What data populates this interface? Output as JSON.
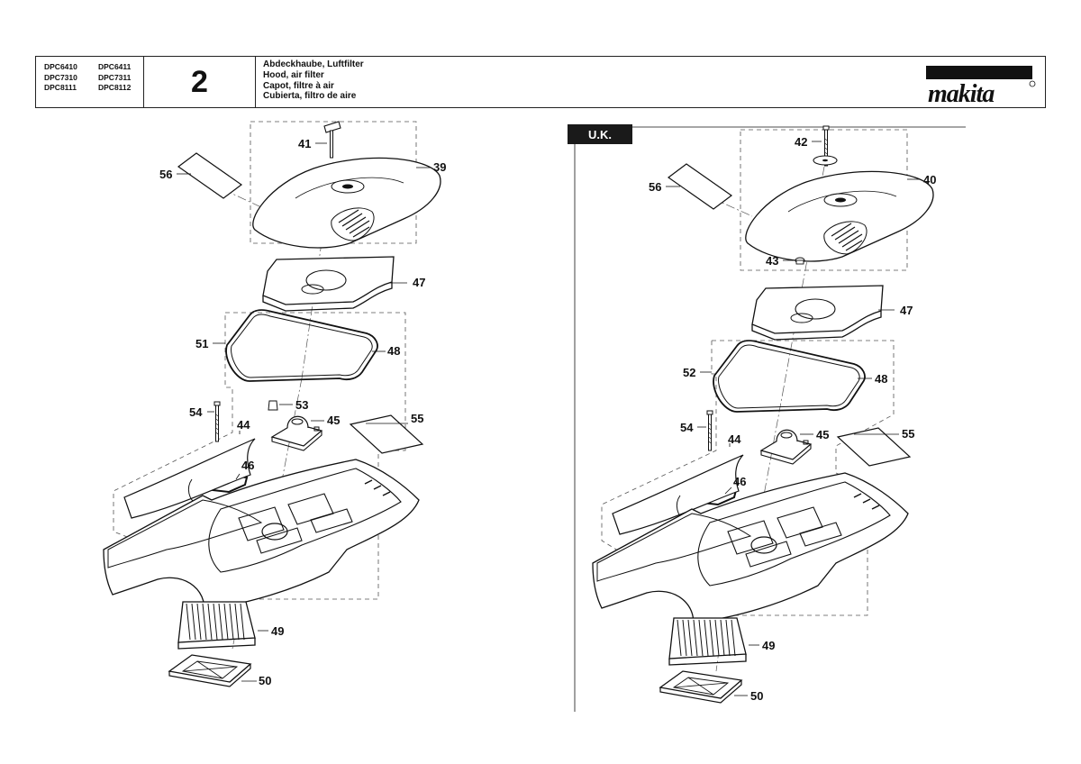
{
  "header": {
    "models": [
      [
        "DPC6410",
        "DPC7310",
        "DPC8111"
      ],
      [
        "DPC6411",
        "DPC7311",
        "DPC8112"
      ]
    ],
    "page_number": "2",
    "titles": [
      "Abdeckhaube, Luftfilter",
      "Hood, air filter",
      "Capot, filtre à air",
      "Cubierta, filtro de aire"
    ],
    "brand": "makita"
  },
  "uk_tag": "U.K.",
  "left_labels": [
    "41",
    "39",
    "56",
    "47",
    "51",
    "48",
    "54",
    "53",
    "44",
    "45",
    "55",
    "46",
    "49",
    "50"
  ],
  "right_labels": [
    "42",
    "40",
    "56",
    "43",
    "47",
    "52",
    "48",
    "54",
    "44",
    "45",
    "55",
    "46",
    "49",
    "50"
  ]
}
